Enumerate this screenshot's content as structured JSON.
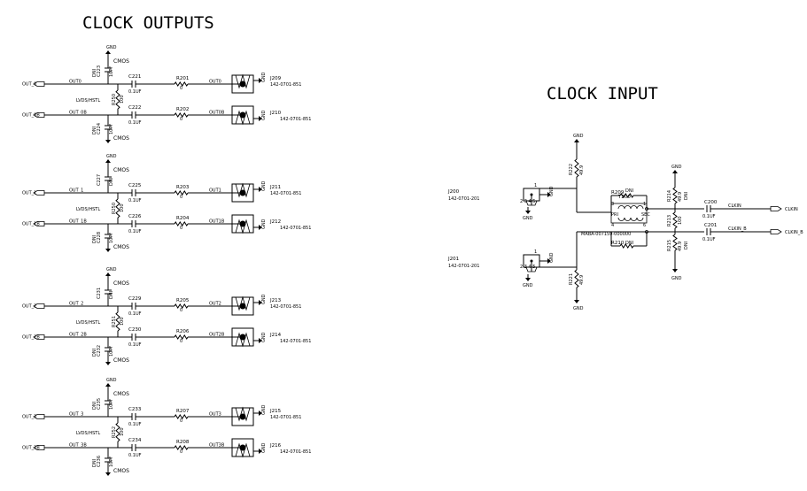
{
  "titles": {
    "outputs": "CLOCK OUTPUTS",
    "input": "CLOCK INPUT"
  },
  "common": {
    "gnd": "GND",
    "cmos": "CMOS",
    "lvds": "LVDS/HSTL",
    "cap_01": "0.1UF",
    "cap_10": "10PF",
    "r_zero": "0",
    "r_100": "100",
    "dni": "DNI",
    "j_part_out": "142-0701-851",
    "j_part_in": "142-0701-201"
  },
  "groups": [
    {
      "p": {
        "port": "OUT_0",
        "net": "OUT0",
        "cap_top": "C223",
        "cap_series": "C221",
        "res_series": "R201",
        "res_out": "OUT0",
        "conn": "J209"
      },
      "n": {
        "port": "OUT_0B",
        "net": "OUT_0B",
        "cap_bot": "C224",
        "cap_series": "C222",
        "res_series": "R202",
        "res_out": "OUT0B",
        "conn": "J210"
      },
      "term": "R250",
      "cap_top_val": "10PF",
      "cap_top_dni": "DNI",
      "cap_bot_val": "10PF",
      "cap_bot_dni": "DNI"
    },
    {
      "p": {
        "port": "OUT_1",
        "net": "OUT_1",
        "cap_top": "C227",
        "cap_series": "C225",
        "res_series": "R203",
        "res_out": "OUT1",
        "conn": "J211"
      },
      "n": {
        "port": "OUT_1B",
        "net": "OUT_1B",
        "cap_bot": "C228",
        "cap_series": "C226",
        "res_series": "R204",
        "res_out": "OUT1B",
        "conn": "J212"
      },
      "term": "R250",
      "cap_top_val": "DNI",
      "cap_top_dni": "",
      "cap_bot_val": "10PF",
      "cap_bot_dni": "DNI"
    },
    {
      "p": {
        "port": "OUT_2",
        "net": "OUT_2",
        "cap_top": "C231",
        "cap_series": "C229",
        "res_series": "R205",
        "res_out": "OUT2",
        "conn": "J213"
      },
      "n": {
        "port": "OUT_2B",
        "net": "OUT_2B",
        "cap_bot": "C232",
        "cap_series": "C230",
        "res_series": "R206",
        "res_out": "OUT2B",
        "conn": "J214"
      },
      "term": "R251",
      "cap_top_val": "DNI",
      "cap_top_dni": "",
      "cap_bot_val": "10PF",
      "cap_bot_dni": "DNI"
    },
    {
      "p": {
        "port": "OUT_3",
        "net": "OUT_3",
        "cap_top": "C235",
        "cap_series": "C233",
        "res_series": "R207",
        "res_out": "OUT3",
        "conn": "J215"
      },
      "n": {
        "port": "OUT_3B",
        "net": "OUT_3B",
        "cap_bot": "C236",
        "cap_series": "C234",
        "res_series": "R208",
        "res_out": "OUT3B",
        "conn": "J216"
      },
      "term": "R252",
      "cap_top_val": "10PF",
      "cap_top_dni": "DNI",
      "cap_bot_val": "10PF",
      "cap_bot_dni": "DNI"
    }
  ],
  "input": {
    "j_top": "J200",
    "j_bot": "J201",
    "r222": "R222",
    "r221": "R221",
    "r209": "R209",
    "r210": "R210",
    "r213": "R213",
    "r214": "R214",
    "r215": "R215",
    "t200": "T200",
    "xfmr_part": "MABA-007159-000000",
    "pri": "PRI",
    "sec": "SEC",
    "c200": "C200",
    "c201": "C201",
    "net_clkin": "CLKIN",
    "net_clkinb": "CLKIN_B",
    "port_clkin": "CLKIN",
    "port_clkinb": "CLKIN_B",
    "r_val_49": "49.9",
    "pin1": "1",
    "pin3": "3",
    "pin4": "4",
    "pin6": "6",
    "pins_2345": "2 3 4 5"
  }
}
